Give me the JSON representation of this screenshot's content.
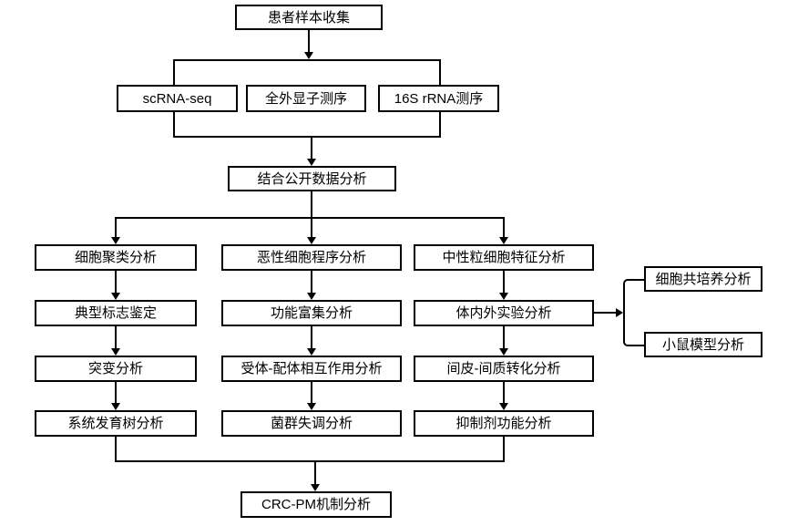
{
  "diagram": {
    "type": "flowchart",
    "colors": {
      "background": "#ffffff",
      "box_fill": "#ffffff",
      "box_border": "#000000",
      "line": "#000000",
      "text": "#000000"
    },
    "nodes": {
      "patient": "患者样本收集",
      "scrna": "scRNA-seq",
      "wes": "全外显子测序",
      "rrna": "16S rRNA测序",
      "public": "结合公开数据分析",
      "c1r1": "细胞聚类分析",
      "c1r2": "典型标志鉴定",
      "c1r3": "突变分析",
      "c1r4": "系统发育树分析",
      "c2r1": "恶性细胞程序分析",
      "c2r2": "功能富集分析",
      "c2r3": "受体-配体相互作用分析",
      "c2r4": "菌群失调分析",
      "c3r1": "中性粒细胞特征分析",
      "c3r2": "体内外实验分析",
      "c3r3": "间皮-间质转化分析",
      "c3r4": "抑制剂功能分析",
      "coculture": "细胞共培养分析",
      "mouse": "小鼠模型分析",
      "final": "CRC-PM机制分析"
    }
  }
}
